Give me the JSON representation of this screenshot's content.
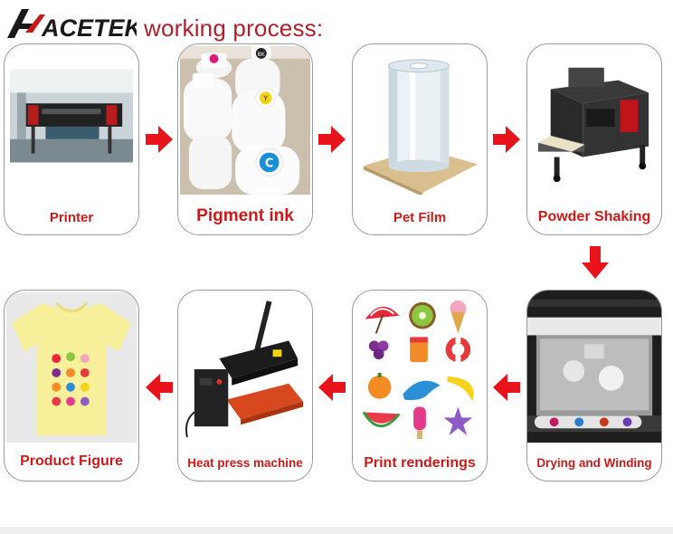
{
  "brand": {
    "logo_text": "ACETEK",
    "subtitle": "working process:"
  },
  "steps": [
    {
      "label": "Printer"
    },
    {
      "label": "Pigment ink"
    },
    {
      "label": "Pet Film"
    },
    {
      "label": "Powder Shaking"
    },
    {
      "label": "Drying and Winding"
    },
    {
      "label": "Print renderings"
    },
    {
      "label": "Heat press machine"
    },
    {
      "label": "Product Figure"
    }
  ],
  "ink_bottles": [
    "C",
    "Y",
    "M",
    "BK"
  ],
  "colors": {
    "accent_red": "#e8131b",
    "label_red": "#cc1a1a",
    "title_red": "#b0202a"
  }
}
